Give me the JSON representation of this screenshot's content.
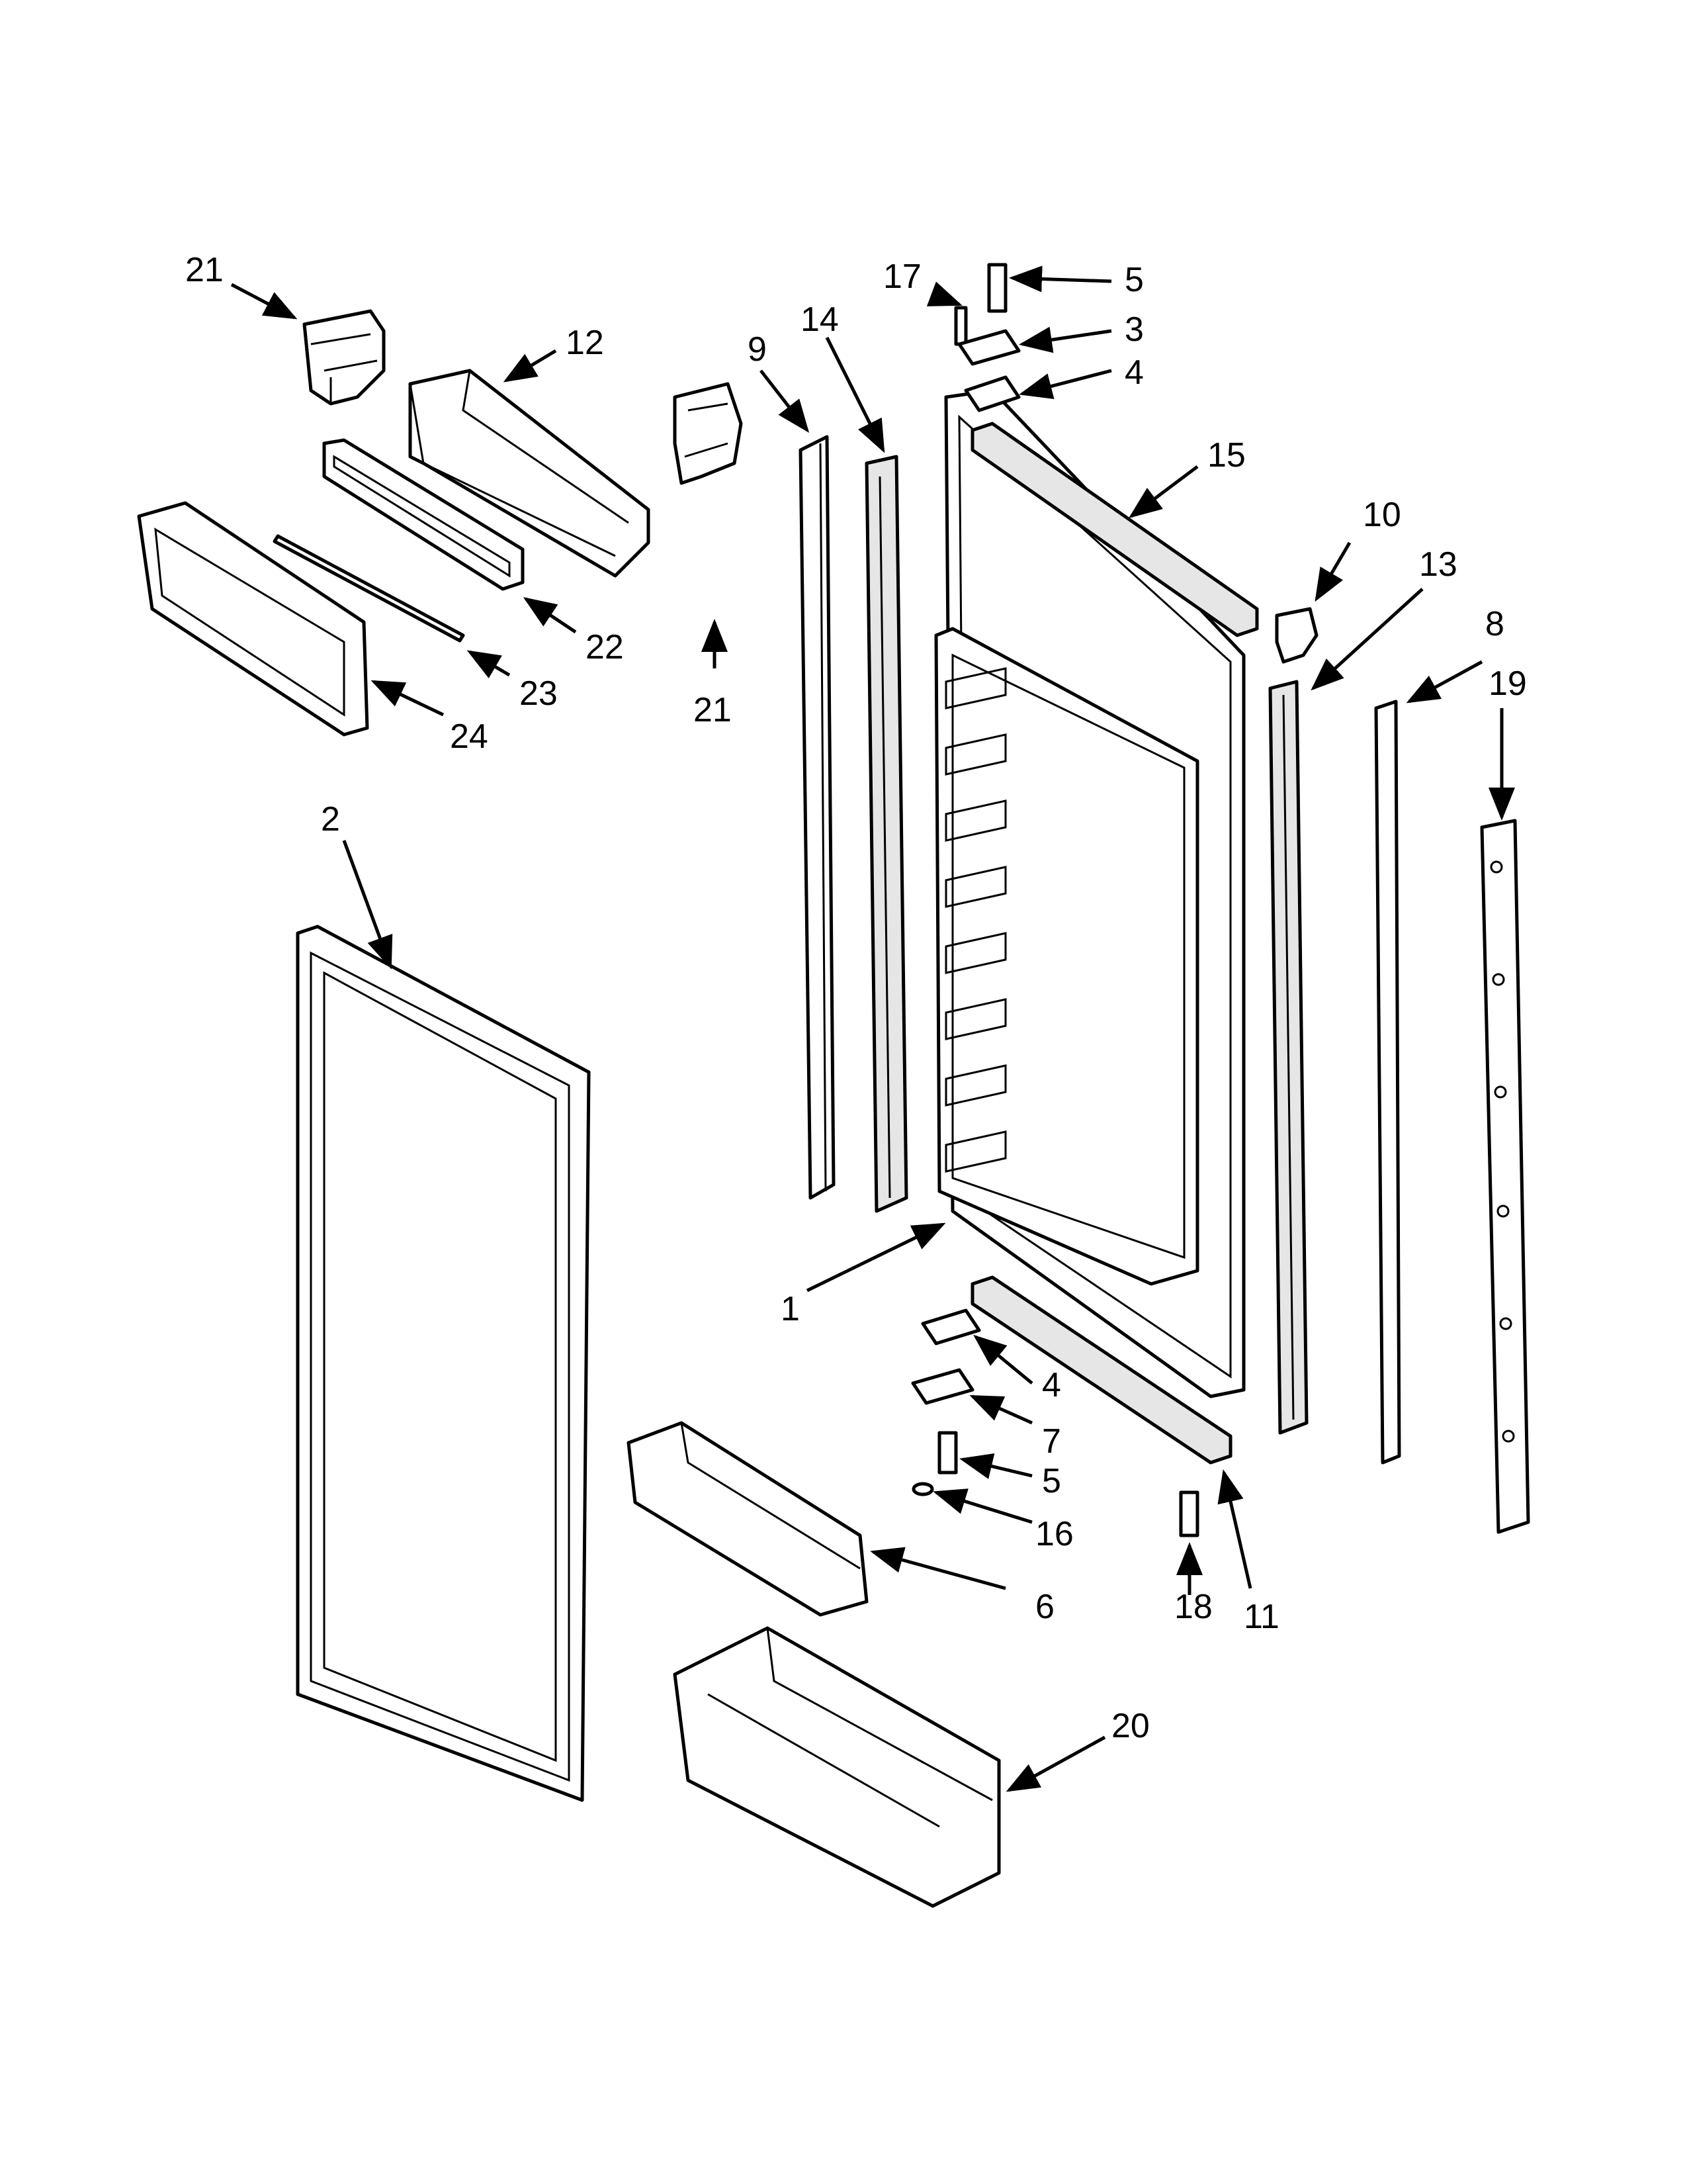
{
  "diagram": {
    "callouts": {
      "c21a": "21",
      "c12": "12",
      "c22": "22",
      "c23": "23",
      "c24": "24",
      "c21b": "21",
      "c9": "9",
      "c14": "14",
      "c17": "17",
      "c5a": "5",
      "c3": "3",
      "c4a": "4",
      "c15": "15",
      "c10": "10",
      "c13": "13",
      "c8": "8",
      "c19": "19",
      "c2": "2",
      "c1": "1",
      "c4b": "4",
      "c7": "7",
      "c5b": "5",
      "c16": "16",
      "c6": "6",
      "c18": "18",
      "c11": "11",
      "c20": "20"
    }
  }
}
